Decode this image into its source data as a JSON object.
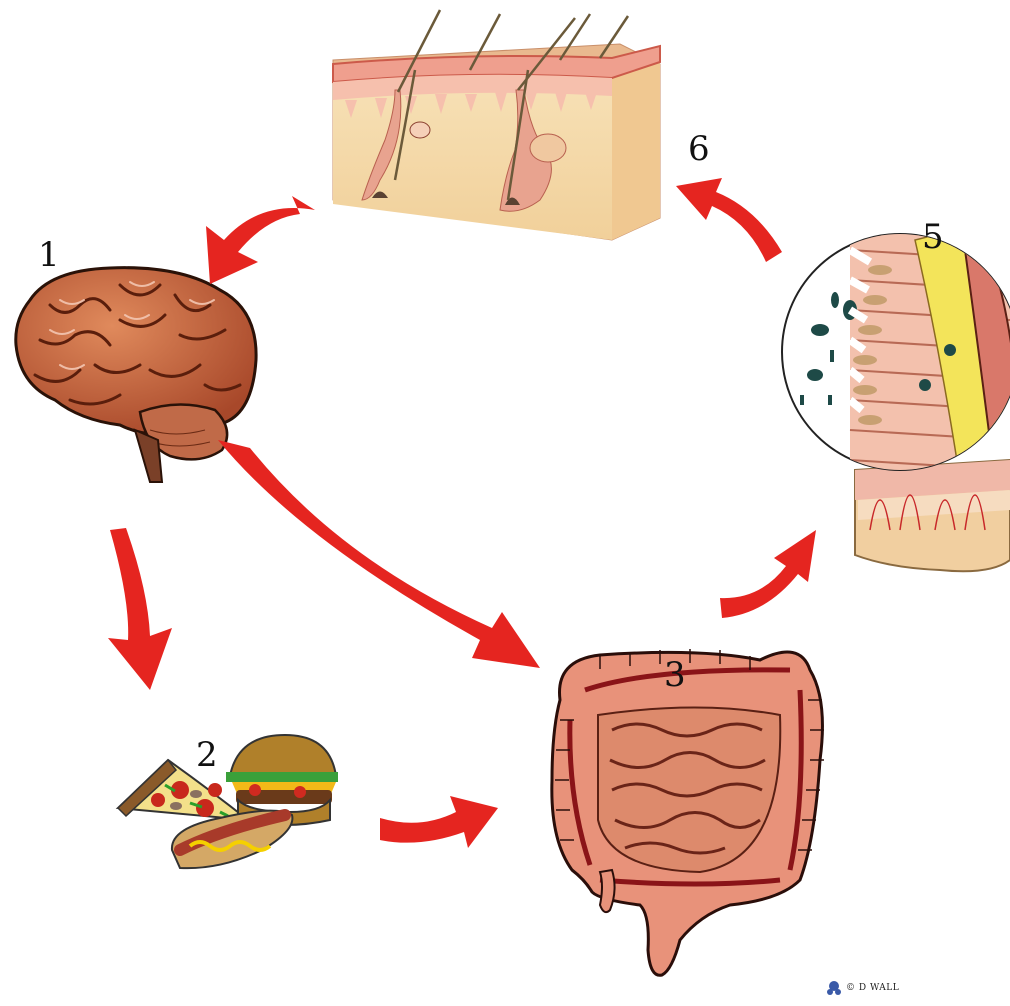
{
  "labels": {
    "one": "1",
    "two": "2",
    "three": "3",
    "five": "5",
    "six": "6"
  },
  "credit": "© D WALL",
  "colors": {
    "arrow": "#e52520",
    "skin": "#f3d9a7",
    "skin_top": "#ef9f8e",
    "brain": "#c8683e",
    "brain_light": "#f0b8a0",
    "intestine": "#e8927a",
    "intestine_dark": "#8a1418",
    "small_intestine": "#dd8a6c",
    "bacteria": "#1e4a47",
    "mucosa_yellow": "#f3e45a"
  }
}
